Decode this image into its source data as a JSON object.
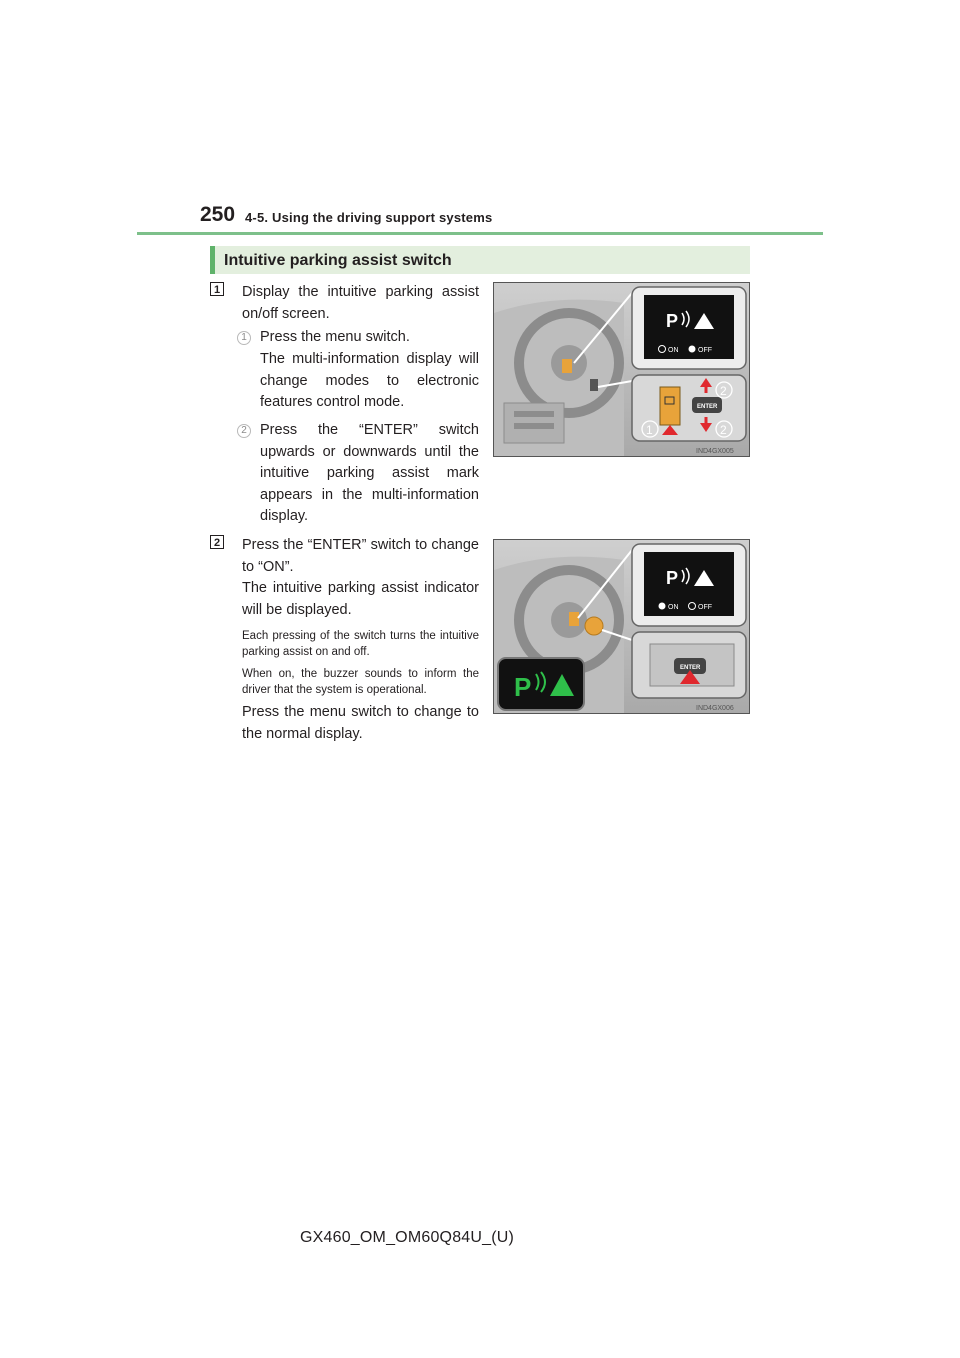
{
  "header": {
    "page_number": "250",
    "section": "4-5. Using the driving support systems"
  },
  "section_title": "Intuitive parking assist switch",
  "step1": {
    "number": "1",
    "text": "Display the intuitive parking assist on/off screen.",
    "sub1_number": "1",
    "sub1_line1": "Press the menu switch.",
    "sub1_line2": "The multi-information display will change modes to electronic features control mode.",
    "sub2_number": "2",
    "sub2_text": "Press the “ENTER” switch upwards or downwards until the intuitive parking assist mark appears in the multi-information display."
  },
  "step2": {
    "number": "2",
    "line1": "Press the “ENTER” switch to change to “ON”.",
    "line2": "The intuitive parking assist indicator will be displayed.",
    "note1": "Each pressing of the switch turns the intuitive parking assist on and off.",
    "note2": "When on, the buzzer sounds to inform the driver that the system is operational.",
    "line3": "Press the menu switch to change to the normal display."
  },
  "figure1": {
    "code": "IND4GX005",
    "on_label": "ON",
    "off_label": "OFF",
    "enter_label": "ENTER",
    "callout_1": "1",
    "callout_2_top": "2",
    "callout_2_bottom": "2"
  },
  "figure2": {
    "code": "IND4GX006",
    "on_label": "ON",
    "off_label": "OFF",
    "enter_label": "ENTER"
  },
  "footer": "GX460_OM_OM60Q84U_(U)",
  "colors": {
    "accent_green": "#5fb26a",
    "section_bg": "#e3efde",
    "arrow_red": "#e0282e",
    "indicator_green": "#2fbf4a"
  }
}
